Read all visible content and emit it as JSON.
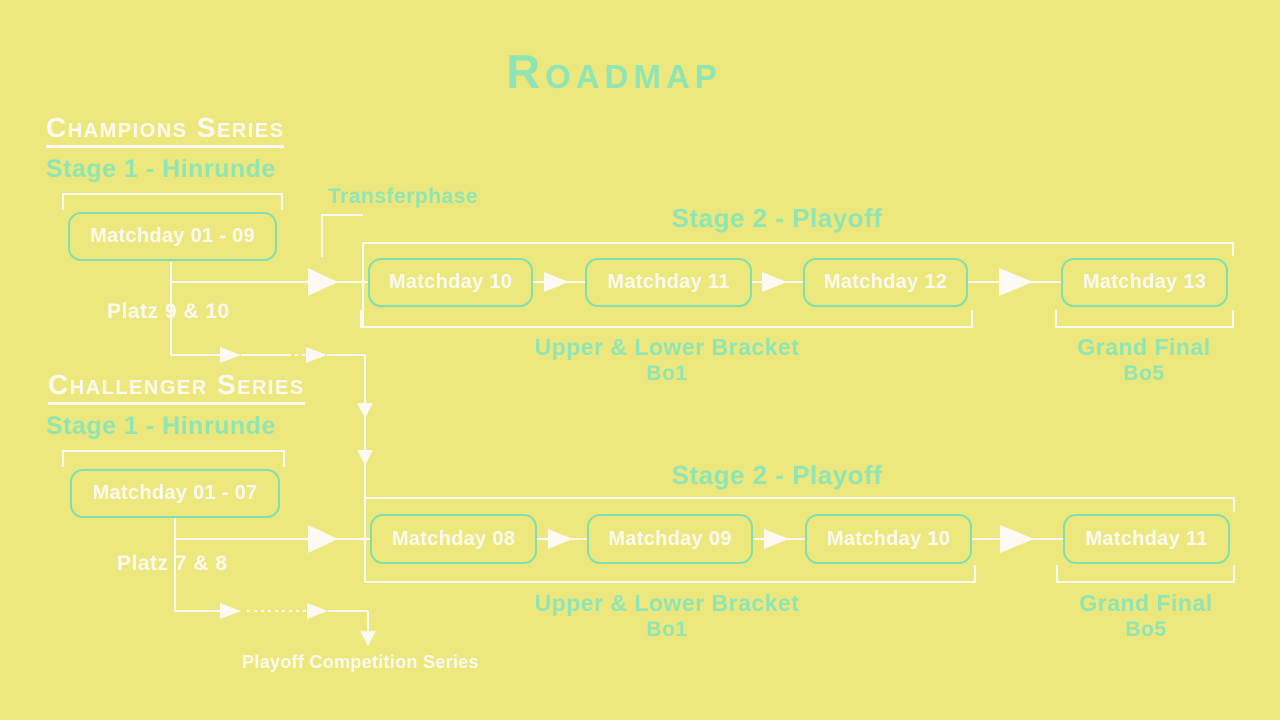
{
  "title": "Roadmap",
  "colors": {
    "background": "#ECE87D",
    "mint_text": "#8FE5B4",
    "box_border": "#7EE0AE",
    "line_white": "#FCFAF3"
  },
  "champions": {
    "heading": "Champions Series",
    "stage1": {
      "label": "Stage 1 - Hinrunde",
      "box": "Matchday 01 - 09",
      "relegation": "Platz 9 & 10"
    },
    "transfer": "Transferphase",
    "stage2": {
      "heading": "Stage 2 - Playoff",
      "matchdays": [
        "Matchday 10",
        "Matchday 11",
        "Matchday 12",
        "Matchday 13"
      ],
      "bracket_label": "Upper & Lower Bracket",
      "bracket_format": "Bo1",
      "final_label": "Grand Final",
      "final_format": "Bo5"
    }
  },
  "challenger": {
    "heading": "Challenger Series",
    "stage1": {
      "label": "Stage 1 - Hinrunde",
      "box": "Matchday 01 - 07",
      "relegation": "Platz 7 & 8",
      "relegation_target": "Playoff Competition Series"
    },
    "stage2": {
      "heading": "Stage 2 - Playoff",
      "matchdays": [
        "Matchday 08",
        "Matchday 09",
        "Matchday 10",
        "Matchday 11"
      ],
      "bracket_label": "Upper & Lower Bracket",
      "bracket_format": "Bo1",
      "final_label": "Grand Final",
      "final_format": "Bo5"
    }
  }
}
